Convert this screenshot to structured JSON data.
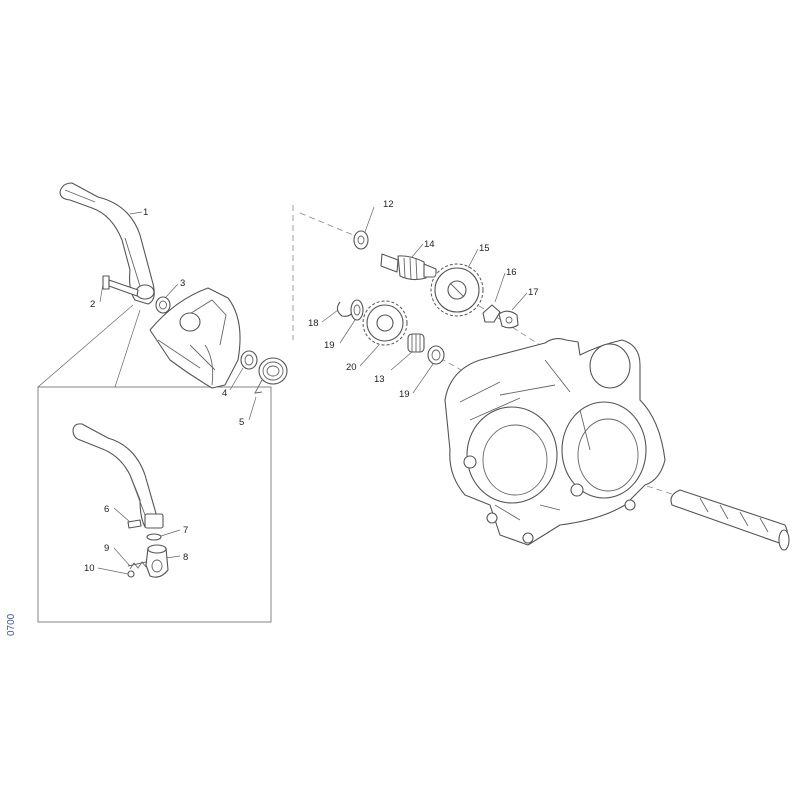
{
  "drawing_code": "0700",
  "callouts": [
    {
      "id": "c1",
      "label": "1"
    },
    {
      "id": "c2",
      "label": "2"
    },
    {
      "id": "c3",
      "label": "3"
    },
    {
      "id": "c4",
      "label": "4"
    },
    {
      "id": "c5",
      "label": "5"
    },
    {
      "id": "c6",
      "label": "6"
    },
    {
      "id": "c7",
      "label": "7"
    },
    {
      "id": "c8",
      "label": "8"
    },
    {
      "id": "c9",
      "label": "9"
    },
    {
      "id": "c10",
      "label": "10"
    },
    {
      "id": "c12",
      "label": "12"
    },
    {
      "id": "c13",
      "label": "13"
    },
    {
      "id": "c14",
      "label": "14"
    },
    {
      "id": "c15",
      "label": "15"
    },
    {
      "id": "c16",
      "label": "16"
    },
    {
      "id": "c17",
      "label": "17"
    },
    {
      "id": "c18",
      "label": "18"
    },
    {
      "id": "c19a",
      "label": "19"
    },
    {
      "id": "c19b",
      "label": "19"
    },
    {
      "id": "c20",
      "label": "20"
    }
  ]
}
